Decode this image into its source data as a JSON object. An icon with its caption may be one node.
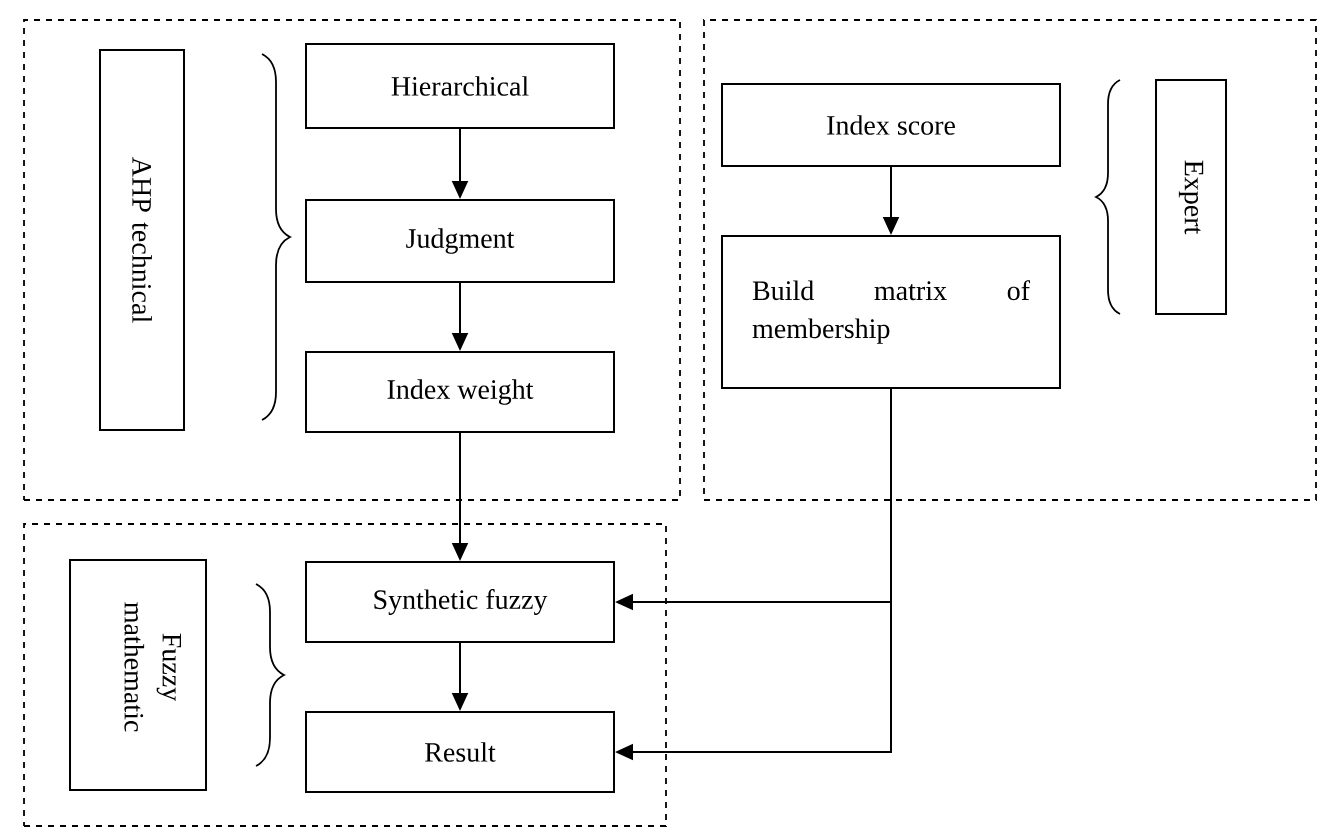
{
  "diagram": {
    "nodes": [
      {
        "text": [],
        "shape": "box"
      },
      {
        "text": [
          "AHP technical"
        ],
        "in": 0
      },
      {
        "text": [
          "Hierarchical"
        ],
        "in": 0
      },
      {
        "text": [
          "Judgment"
        ],
        "in": 0
      },
      {
        "text": [
          "Index weight"
        ],
        "in": 0
      },
      {
        "text": [],
        "shape": "box"
      },
      {
        "text": [
          "Index score"
        ],
        "in": 5
      },
      {
        "text": [
          "Build matrix of membership"
        ],
        "in": 5
      },
      {
        "text": [
          "Expert"
        ],
        "in": 5
      },
      {
        "text": [],
        "shape": "box"
      },
      {
        "text": [
          "Fuzzy mathematic"
        ],
        "in": 9
      },
      {
        "text": [
          "Synthetic fuzzy"
        ],
        "in": 9
      },
      {
        "text": [
          "Result"
        ],
        "in": 9
      }
    ],
    "edges": [
      {
        "from": 2,
        "to": 3,
        "arrow": "to"
      },
      {
        "from": 3,
        "to": 4,
        "arrow": "to"
      },
      {
        "from": 4,
        "to": 11,
        "arrow": "to"
      },
      {
        "from": 6,
        "to": 7,
        "arrow": "to"
      },
      {
        "from": 7,
        "to": 11,
        "arrow": "to"
      },
      {
        "from": 7,
        "to": 12,
        "arrow": "to"
      },
      {
        "from": 11,
        "to": 12,
        "arrow": "to"
      }
    ]
  }
}
